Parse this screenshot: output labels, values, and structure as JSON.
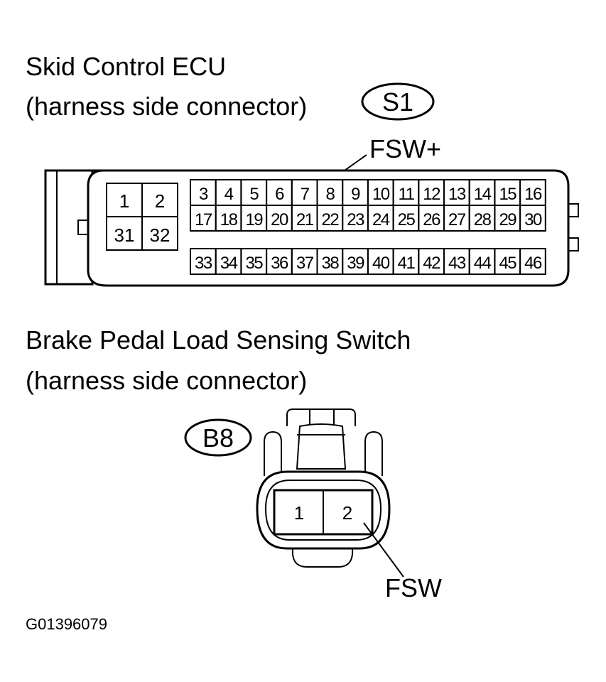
{
  "ecu": {
    "title": "Skid Control ECU",
    "subtitle": "(harness side connector)",
    "connector_id": "S1",
    "signal_label": "FSW+",
    "left_block": [
      "1",
      "2",
      "31",
      "32"
    ],
    "row_top": [
      "3",
      "4",
      "5",
      "6",
      "7",
      "8",
      "9",
      "10",
      "11",
      "12",
      "13",
      "14",
      "15",
      "16"
    ],
    "row_middle": [
      "17",
      "18",
      "19",
      "20",
      "21",
      "22",
      "23",
      "24",
      "25",
      "26",
      "27",
      "28",
      "29",
      "30"
    ],
    "row_bottom": [
      "33",
      "34",
      "35",
      "36",
      "37",
      "38",
      "39",
      "40",
      "41",
      "42",
      "43",
      "44",
      "45",
      "46"
    ]
  },
  "switch": {
    "title": "Brake Pedal Load Sensing Switch",
    "subtitle": "(harness side connector)",
    "connector_id": "B8",
    "pins": [
      "1",
      "2"
    ],
    "signal_label": "FSW"
  },
  "figure_code": "G01396079"
}
